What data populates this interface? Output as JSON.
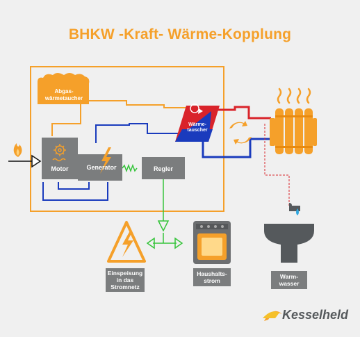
{
  "title": "BHKW -Kraft- Wärme-Kopplung",
  "components": {
    "abgas": "Abgas-\nwärmetaucher",
    "motor": "Motor",
    "generator": "Generator",
    "regler": "Regler",
    "waermetauscher": "Wärme-\ntauscher"
  },
  "outputs": {
    "einspeisung": "Einspeisung\nin das\nStromnetz",
    "haushaltsstrom": "Haushalts-\nstrom",
    "warmwasser": "Warm-\nwasser"
  },
  "brand": "Kesselheld",
  "colors": {
    "orange": "#f5a02a",
    "gray": "#7b7d7e",
    "blue": "#1a3bbd",
    "red": "#d9232a",
    "green": "#35c43a"
  },
  "icons": [
    "flame-icon",
    "gear-icon",
    "lightning-icon",
    "radiator-icon",
    "steam-icon",
    "circulation-icon",
    "high-voltage-icon",
    "stove-icon",
    "faucet-icon",
    "kesselheld-logo-icon"
  ]
}
